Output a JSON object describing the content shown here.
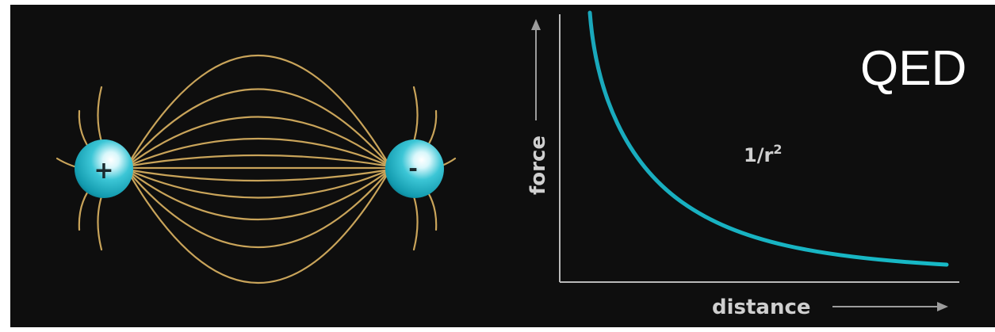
{
  "diagram": {
    "title": "QED",
    "charges": {
      "positive": {
        "sign": "+"
      },
      "negative": {
        "sign": "-"
      }
    },
    "graph": {
      "y_label": "force",
      "x_label": "distance",
      "curve_label": "1/r",
      "curve_label_exponent": "2"
    },
    "colors": {
      "background": "#0e0e0e",
      "field_lines": "#c9a45a",
      "charge_sphere": "#1fb8c8",
      "curve": "#17b1c2",
      "axes": "#b9b9b9"
    }
  }
}
